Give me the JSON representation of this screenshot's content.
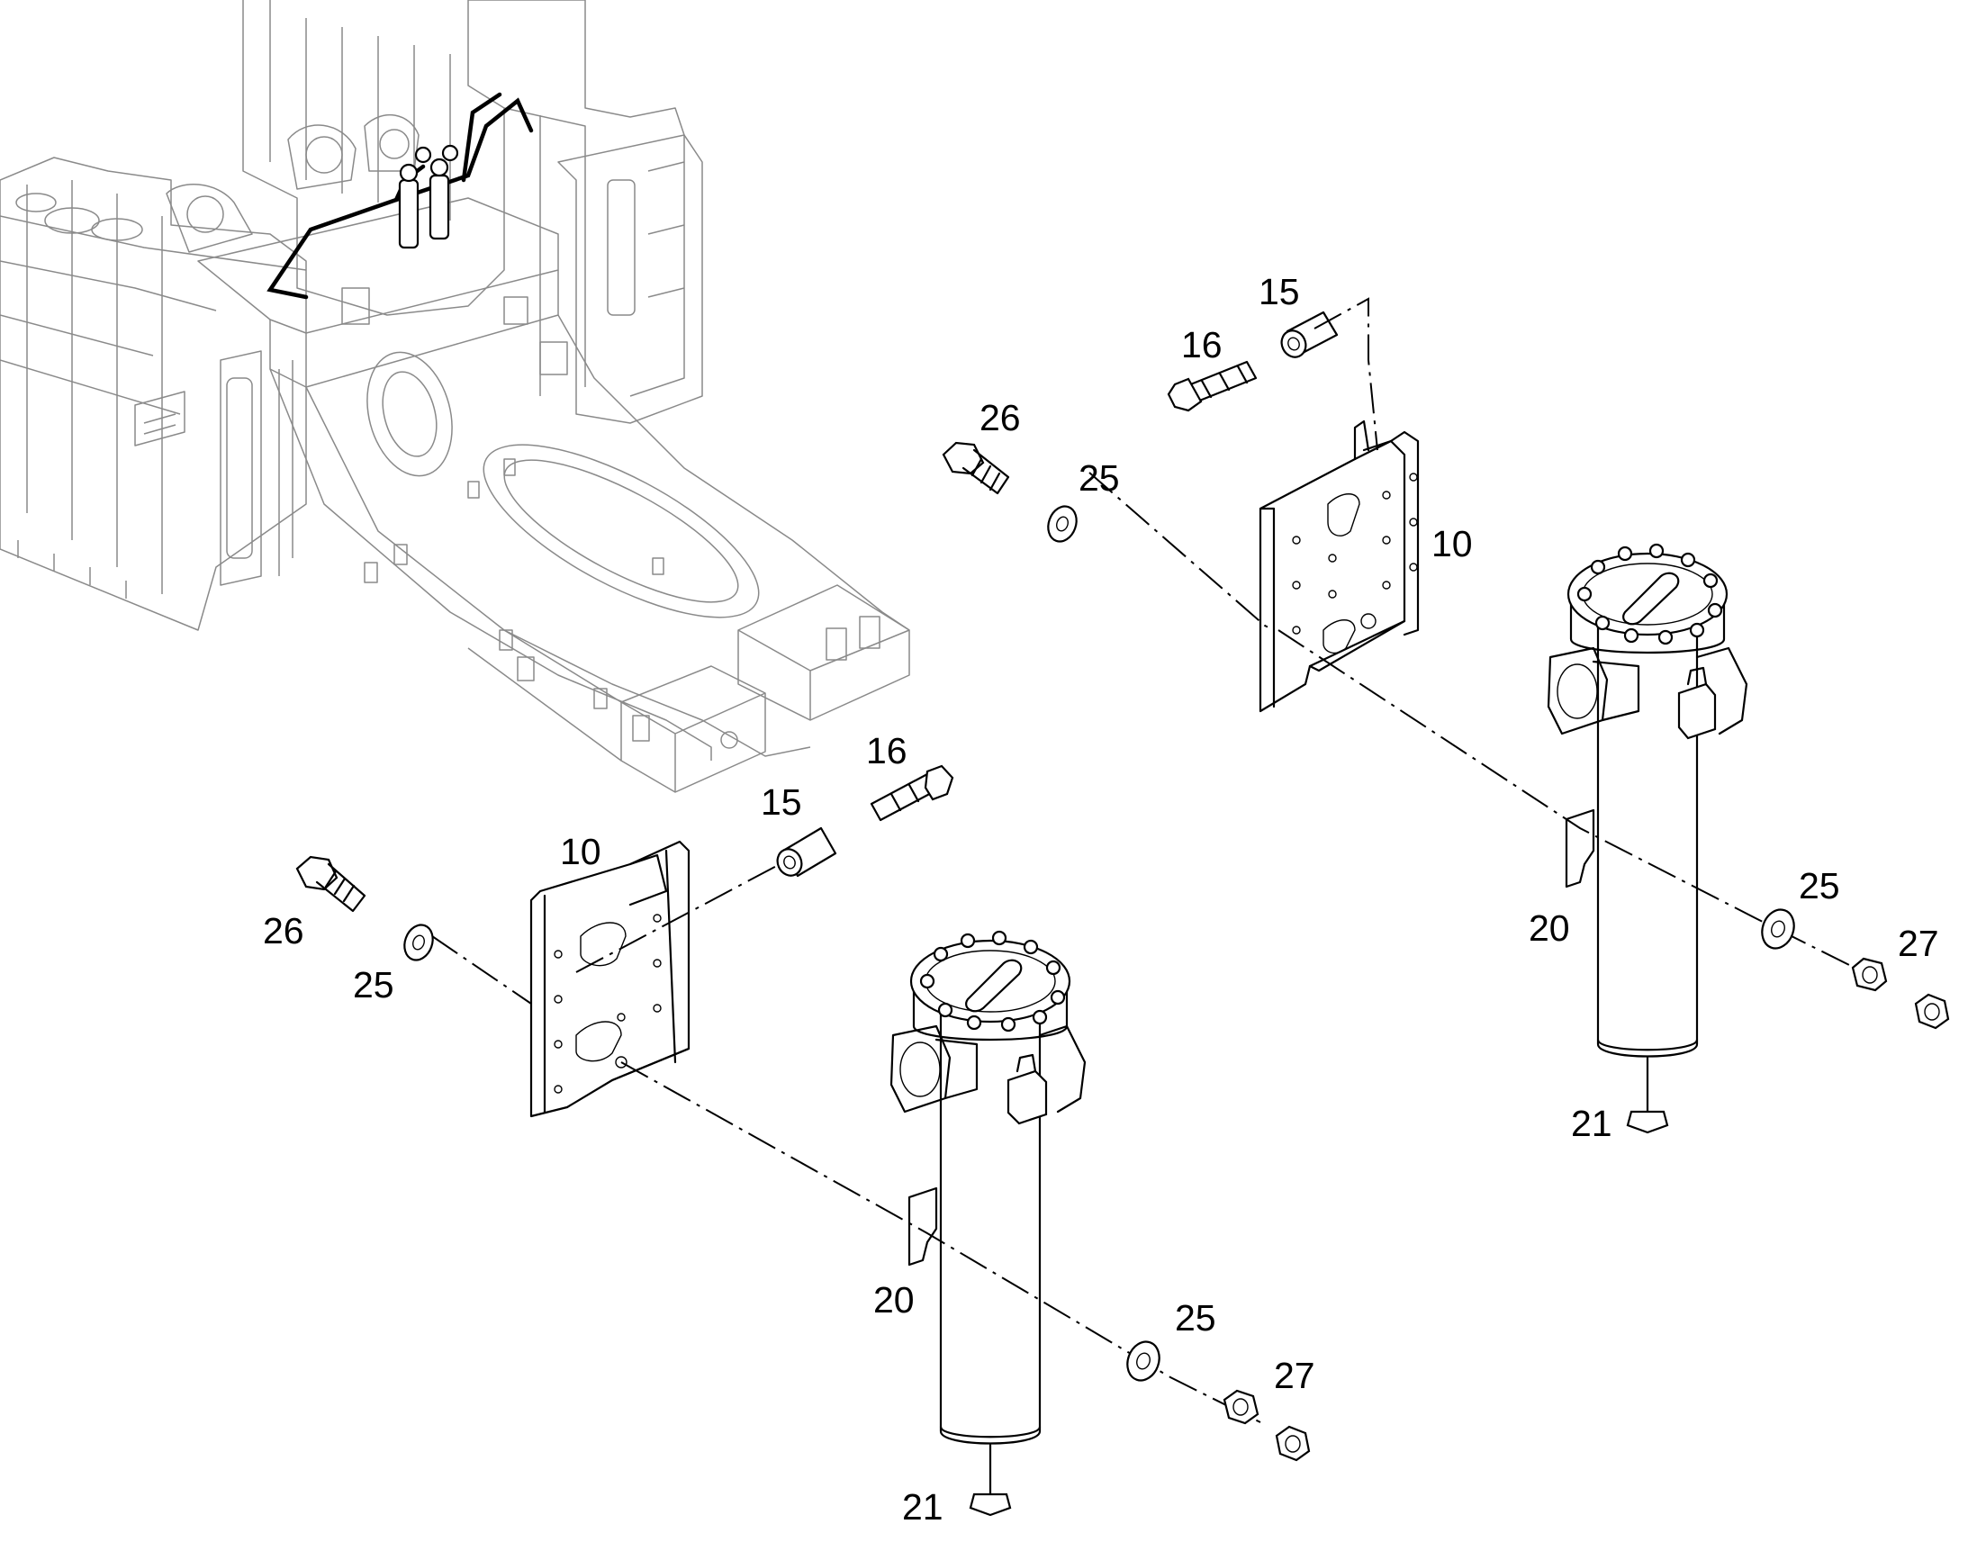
{
  "callouts": {
    "upper_15": "15",
    "upper_16": "16",
    "upper_26": "26",
    "upper_25": "25",
    "upper_10": "10",
    "upper_20": "20",
    "upper_25b": "25",
    "upper_27": "27",
    "upper_21": "21",
    "lower_16": "16",
    "lower_15": "15",
    "lower_10": "10",
    "lower_26": "26",
    "lower_25": "25",
    "lower_20": "20",
    "lower_25b": "25",
    "lower_27": "27",
    "lower_21": "21"
  }
}
